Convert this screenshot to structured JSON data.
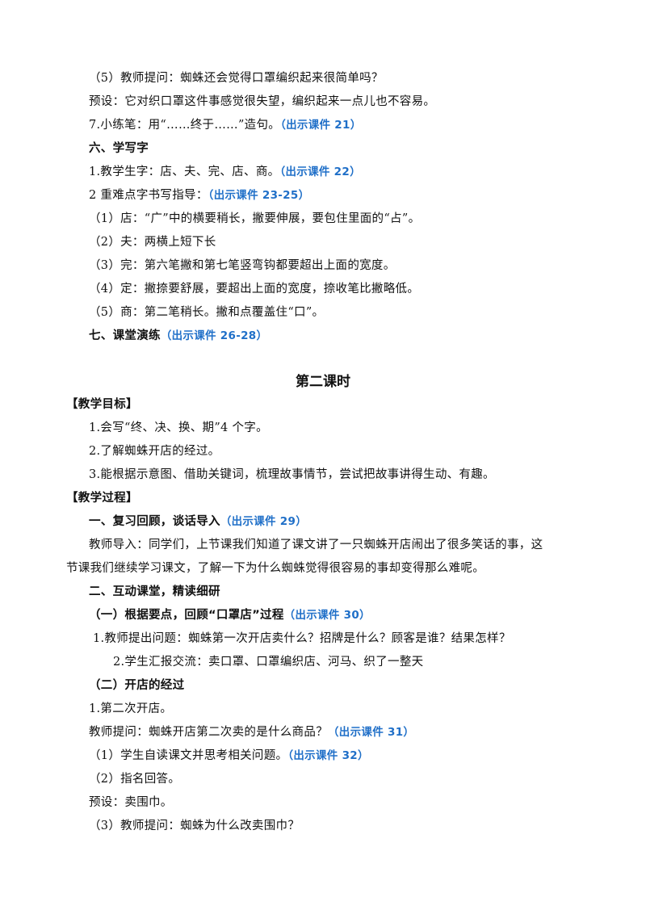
{
  "lines": [
    {
      "text": "（5）教师提问：蜘蛛还会觉得口罩编织起来很简单吗？",
      "hl": ""
    },
    {
      "text": "预设：它对织口罩这件事感觉很失望，编织起来一点儿也不容易。",
      "hl": ""
    },
    {
      "text": "7.小练笔：用“……终于……”造句。",
      "hl": "（出示课件 21）"
    },
    {
      "text": "六、学写字",
      "hl": ""
    },
    {
      "text": "1.教学生字：店、夫、完、店、商。",
      "hl": "（出示课件 22）"
    },
    {
      "text": "2 重难点字书写指导：",
      "hl": "（出示课件 23-25）"
    },
    {
      "text": "（1）店：“广”中的横要稍长，撇要伸展，要包住里面的“占”。",
      "hl": ""
    },
    {
      "text": "（2）夫：两横上短下长",
      "hl": ""
    },
    {
      "text": "（3）完：第六笔撇和第七笔竖弯钩都要超出上面的宽度。",
      "hl": ""
    },
    {
      "text": "（4）定：撇捺要舒展，要超出上面的宽度，捺收笔比撇略低。",
      "hl": ""
    },
    {
      "text": "（5）商：第二笔稍长。撇和点覆盖住“口”。",
      "hl": ""
    },
    {
      "text": "七、课堂演练",
      "hl": "（出示课件 26-28）"
    },
    {
      "text": "第二课时",
      "hl": ""
    },
    {
      "text": "【教学目标】",
      "hl": ""
    },
    {
      "text": "1.会写“终、决、换、期”4 个字。",
      "hl": ""
    },
    {
      "text": "2.了解蜘蛛开店的经过。",
      "hl": ""
    },
    {
      "text": "3.能根据示意图、借助关键词，梳理故事情节，尝试把故事讲得生动、有趣。",
      "hl": ""
    },
    {
      "text": "【教学过程】",
      "hl": ""
    },
    {
      "text": "一、复习回顾，谈话导入",
      "hl": "（出示课件 29）"
    },
    {
      "text": "教师导入：同学们，上节课我们知道了课文讲了一只蜘蛛开店闹出了很多笑话的事，这",
      "hl": ""
    },
    {
      "text": "节课我们继续学习课文，了解一下为什么蜘蛛觉得很容易的事却变得那么难呢。",
      "hl": ""
    },
    {
      "text": "二、互动课堂，精读细研",
      "hl": ""
    },
    {
      "text": "（一）根据要点，回顾“口罩店”过程",
      "hl": "（出示课件 30）"
    },
    {
      "text": "1.教师提出问题：蜘蛛第一次开店卖什么？招牌是什么？顾客是谁？结果怎样？",
      "hl": ""
    },
    {
      "text": "2.学生汇报交流：卖口罩、口罩编织店、河马、织了一整天",
      "hl": ""
    },
    {
      "text": "（二）开店的经过",
      "hl": ""
    },
    {
      "text": "1.第二次开店。",
      "hl": ""
    },
    {
      "text": "教师提问：蜘蛛开店第二次卖的是什么商品？",
      "hl": "（出示课件 31）"
    },
    {
      "text": "（1）学生自读课文并思考相关问题。",
      "hl": "（出示课件 32）"
    },
    {
      "text": "（2）指名回答。",
      "hl": ""
    },
    {
      "text": "预设：卖围巾。",
      "hl": ""
    },
    {
      "text": "（3）教师提问：蜘蛛为什么改卖围巾？",
      "hl": ""
    }
  ]
}
